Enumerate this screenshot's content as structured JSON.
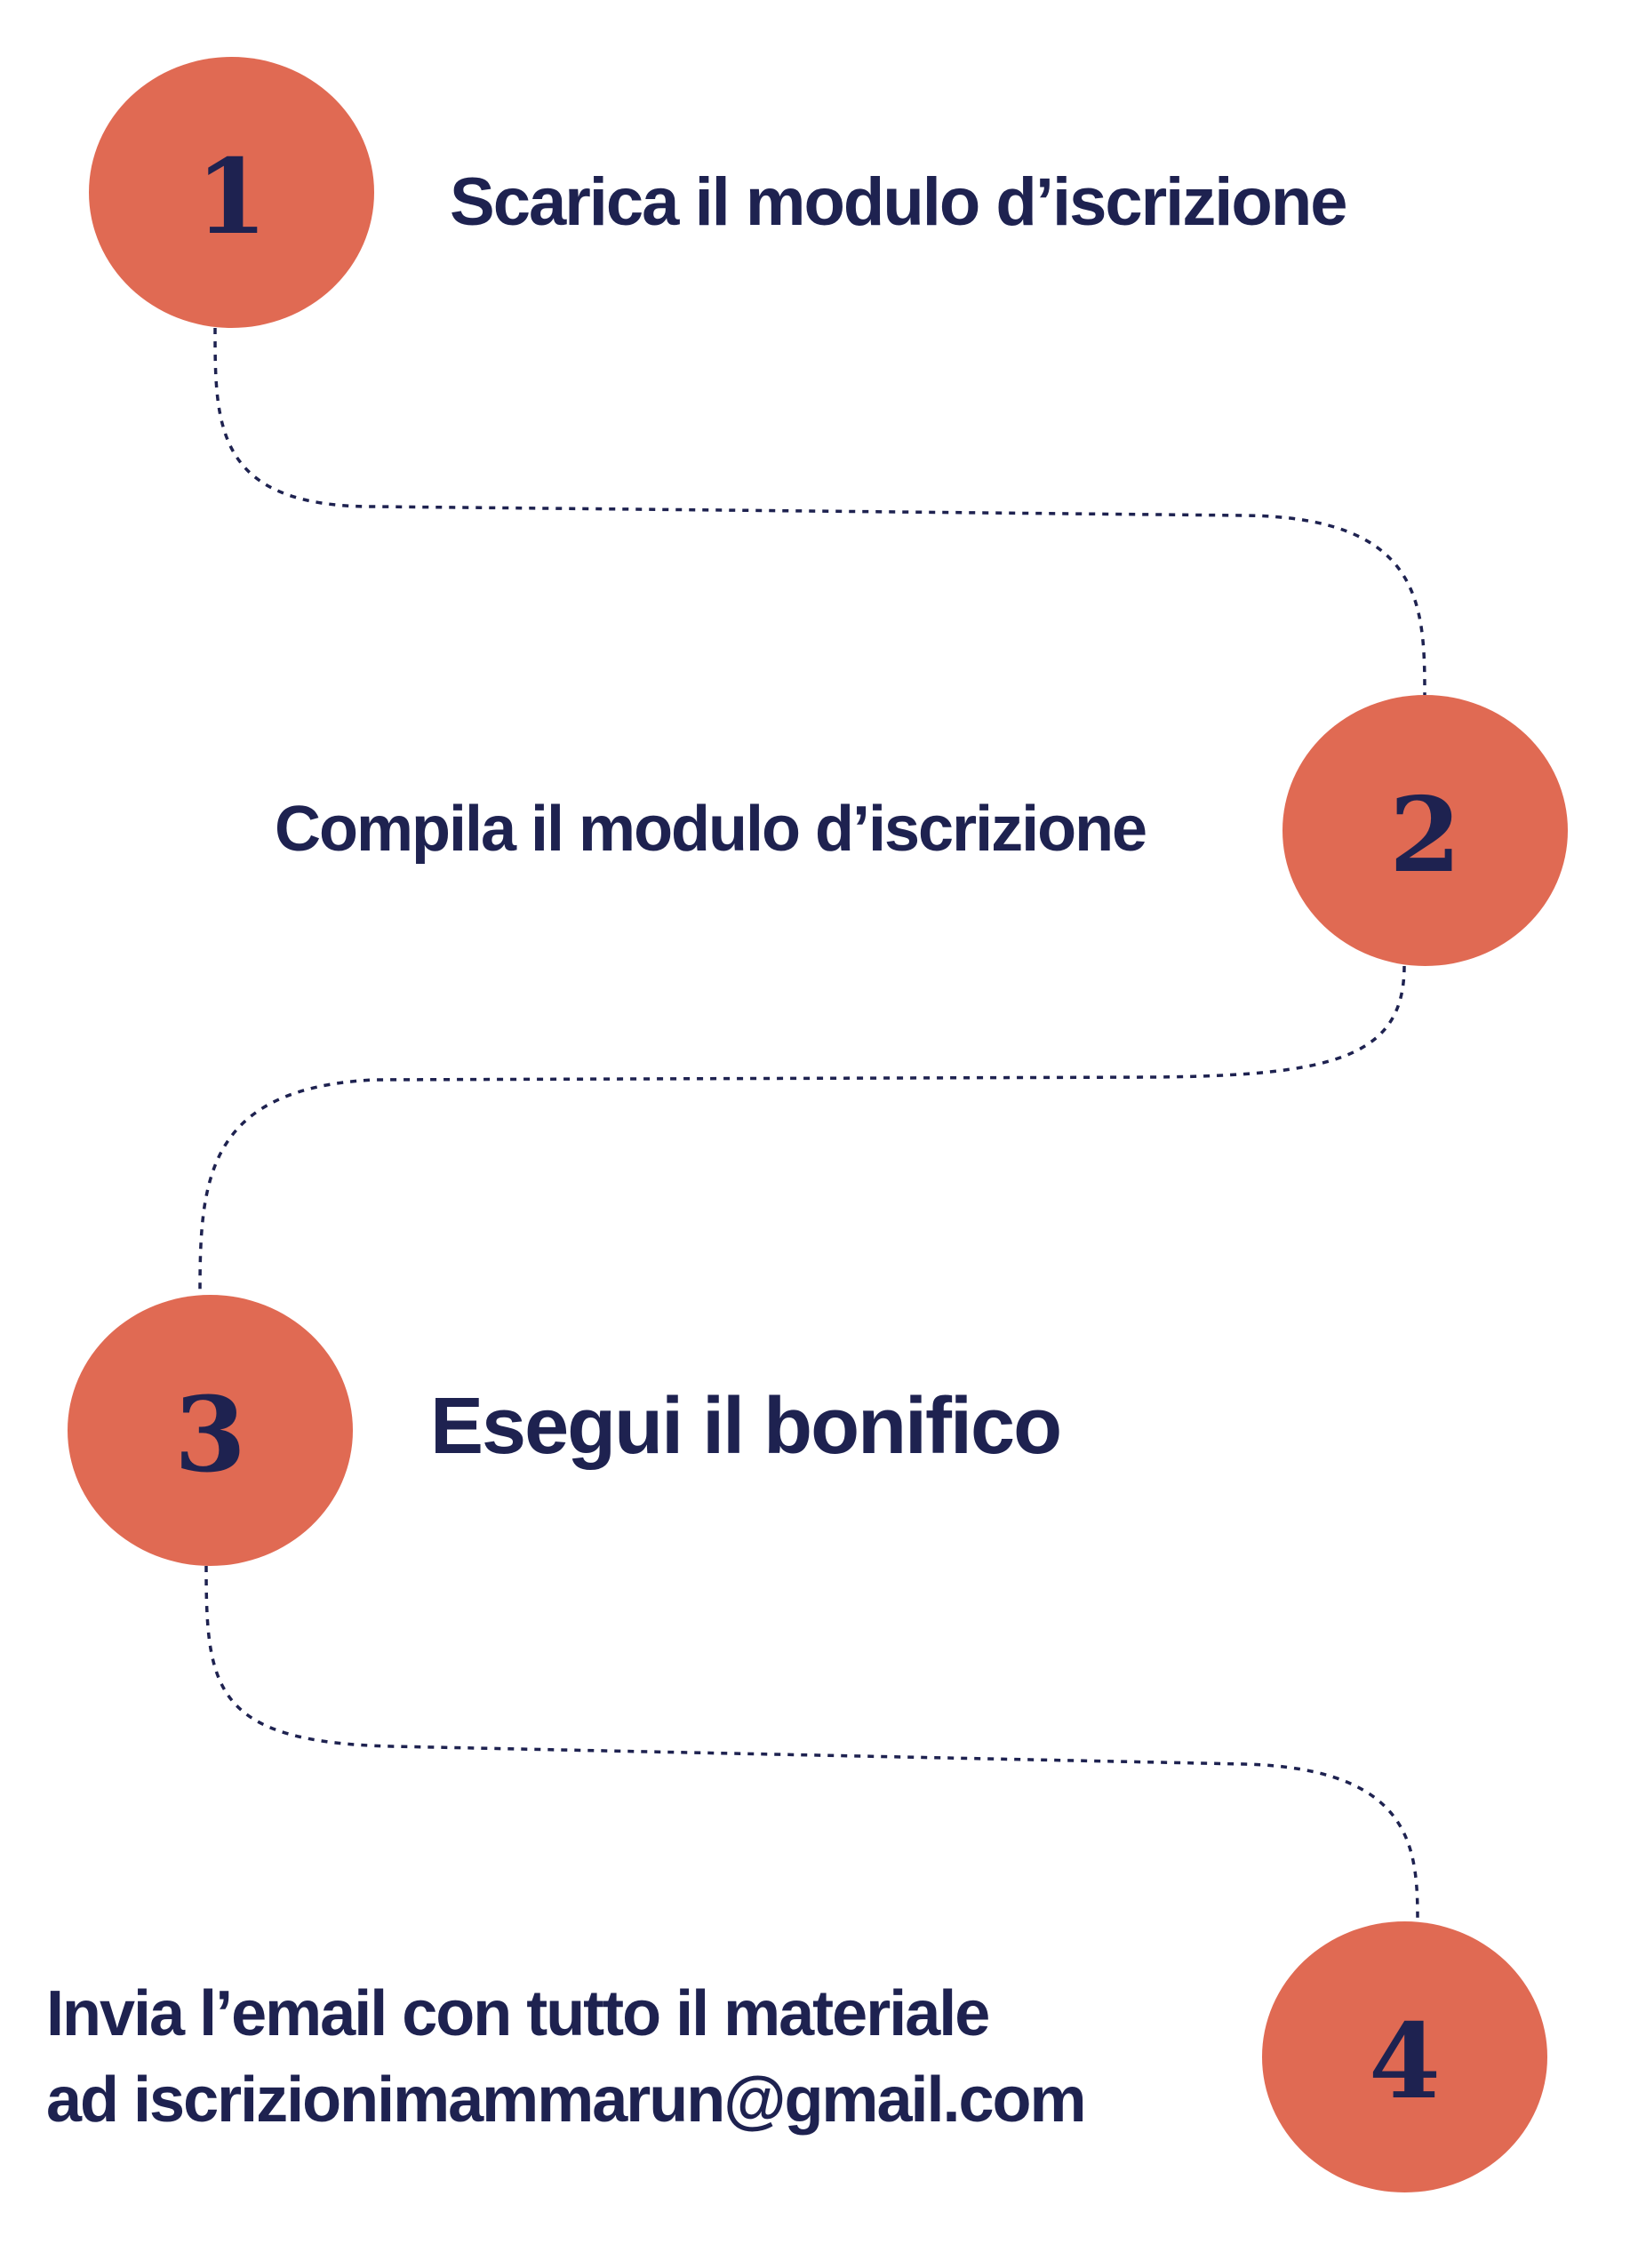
{
  "colors": {
    "accent": "#E06A53",
    "ink": "#1E2250",
    "background": "#FFFFFF"
  },
  "steps": [
    {
      "number": "1",
      "lines": [
        "Scarica il modulo d’iscrizione"
      ]
    },
    {
      "number": "2",
      "lines": [
        "Compila il modulo d’iscrizione"
      ]
    },
    {
      "number": "3",
      "lines": [
        "Esegui il bonifico"
      ]
    },
    {
      "number": "4",
      "lines": [
        "Invia l’email con tutto il materiale",
        "ad iscrizionimammarun@gmail.com"
      ]
    }
  ]
}
